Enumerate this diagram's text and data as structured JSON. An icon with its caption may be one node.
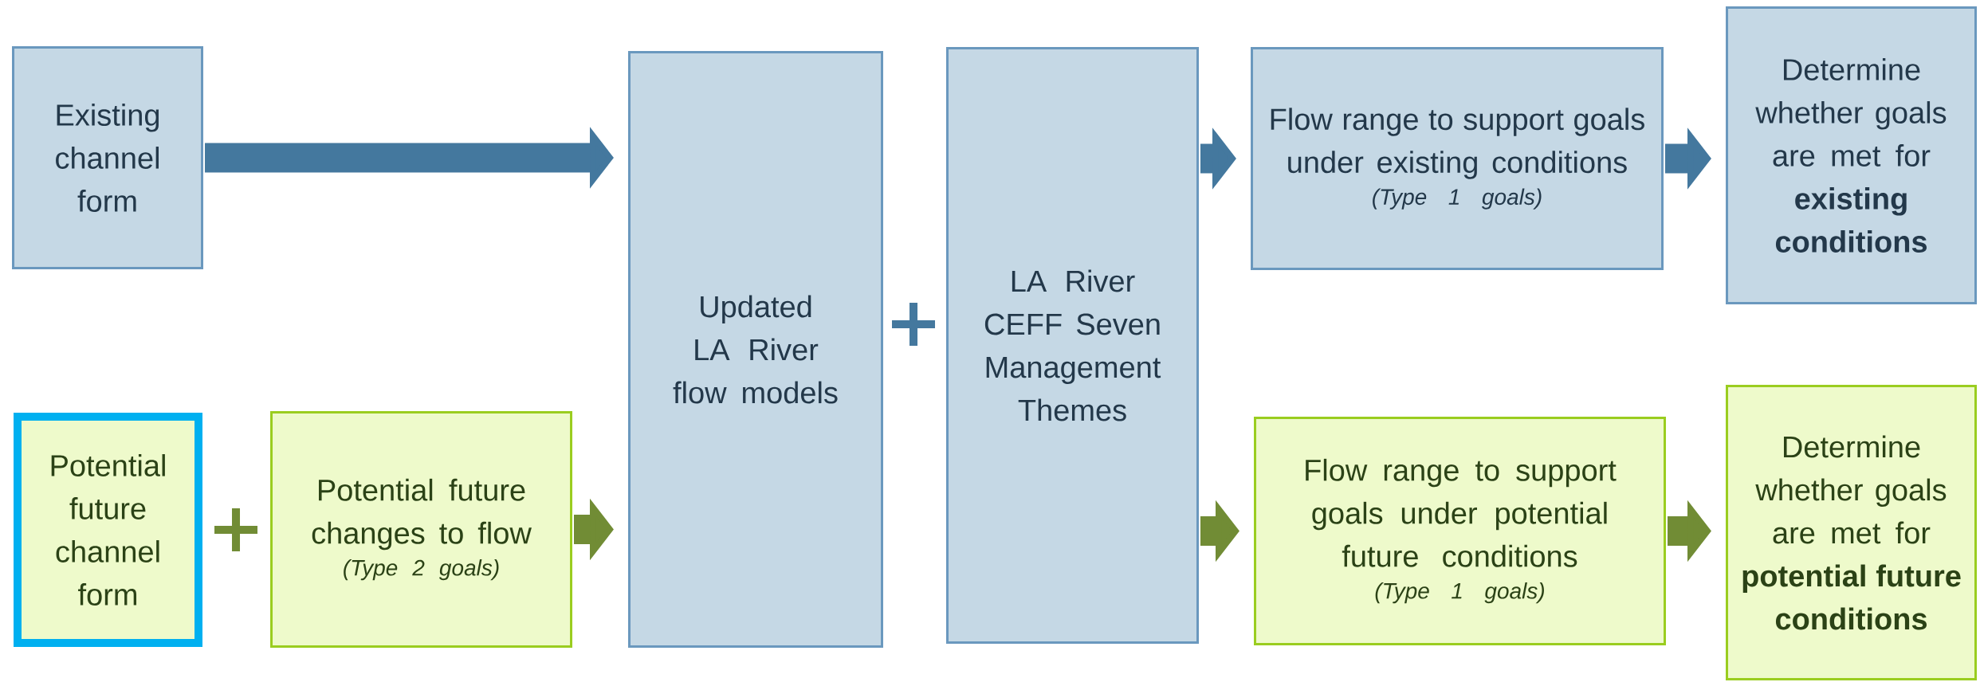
{
  "diagram": {
    "nodes": [
      {
        "text": [
          "Existing channel form"
        ]
      },
      {
        "text": [
          "Potential future channel form"
        ]
      },
      {
        "text": [
          "Potential future changes to flow",
          "(Type 2 goals)"
        ]
      },
      {
        "text": [
          "Updated LA River flow models"
        ]
      },
      {
        "text": [
          "LA River CEFF Seven Management Themes"
        ]
      },
      {
        "text": [
          "Flow range to support goals under existing conditions",
          "(Type 1 goals)"
        ]
      },
      {
        "text": [
          "Determine whether goals are met for **existing conditions**"
        ]
      },
      {
        "text": [
          "Flow range to support goals under potential future conditions",
          "(Type 1 goals)"
        ]
      },
      {
        "text": [
          "Determine whether goals are met for **potential future conditions**"
        ]
      }
    ],
    "edges": [
      {
        "from": 0,
        "to": 3,
        "arrow": "to",
        "color": "#44789e"
      },
      {
        "from": 2,
        "to": 3,
        "arrow": "to",
        "color": "#718c35"
      },
      {
        "from": 4,
        "to": 5,
        "arrow": "to",
        "color": "#44789e"
      },
      {
        "from": 5,
        "to": 6,
        "arrow": "to",
        "color": "#44789e"
      },
      {
        "from": 4,
        "to": 7,
        "arrow": "to",
        "color": "#718c35"
      },
      {
        "from": 7,
        "to": 8,
        "arrow": "to",
        "color": "#718c35"
      }
    ]
  }
}
